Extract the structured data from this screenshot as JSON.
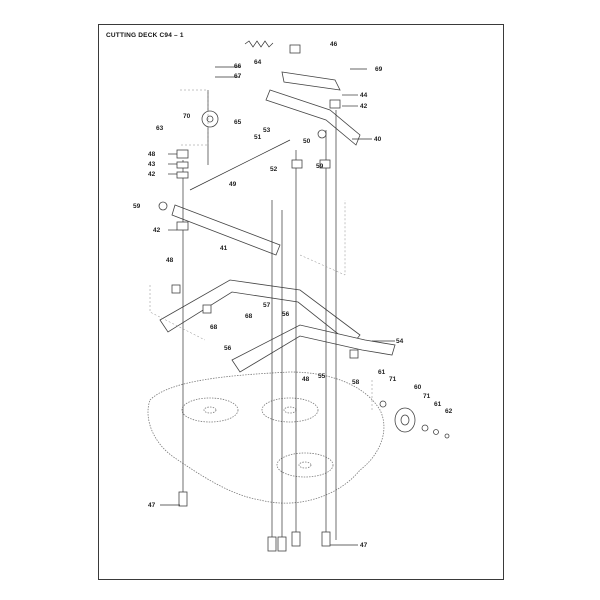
{
  "title": "CUTTING DECK C94 – 1",
  "callouts": [
    {
      "id": "c46a",
      "text": "46"
    },
    {
      "id": "c69",
      "text": "69"
    },
    {
      "id": "c64",
      "text": "64"
    },
    {
      "id": "c66",
      "text": "66"
    },
    {
      "id": "c67",
      "text": "67"
    },
    {
      "id": "c44",
      "text": "44"
    },
    {
      "id": "c42a",
      "text": "42"
    },
    {
      "id": "c70",
      "text": "70"
    },
    {
      "id": "c65",
      "text": "65"
    },
    {
      "id": "c63",
      "text": "63"
    },
    {
      "id": "c53",
      "text": "53"
    },
    {
      "id": "c51",
      "text": "51"
    },
    {
      "id": "c50",
      "text": "50"
    },
    {
      "id": "c40",
      "text": "40"
    },
    {
      "id": "c48a",
      "text": "48"
    },
    {
      "id": "c43",
      "text": "43"
    },
    {
      "id": "c42b",
      "text": "42"
    },
    {
      "id": "c52",
      "text": "52"
    },
    {
      "id": "c59a",
      "text": "59"
    },
    {
      "id": "c49",
      "text": "49"
    },
    {
      "id": "c59b",
      "text": "59"
    },
    {
      "id": "c42c",
      "text": "42"
    },
    {
      "id": "c41",
      "text": "41"
    },
    {
      "id": "c48b",
      "text": "48"
    },
    {
      "id": "c57",
      "text": "57"
    },
    {
      "id": "c68a",
      "text": "68"
    },
    {
      "id": "c68b",
      "text": "68"
    },
    {
      "id": "c56a",
      "text": "56"
    },
    {
      "id": "c54",
      "text": "54"
    },
    {
      "id": "c56b",
      "text": "56"
    },
    {
      "id": "c48c",
      "text": "48"
    },
    {
      "id": "c55",
      "text": "55"
    },
    {
      "id": "c58",
      "text": "58"
    },
    {
      "id": "c61a",
      "text": "61"
    },
    {
      "id": "c71a",
      "text": "71"
    },
    {
      "id": "c60",
      "text": "60"
    },
    {
      "id": "c71b",
      "text": "71"
    },
    {
      "id": "c61b",
      "text": "61"
    },
    {
      "id": "c62",
      "text": "62"
    },
    {
      "id": "c47a",
      "text": "47"
    },
    {
      "id": "c47b",
      "text": "47"
    }
  ],
  "colors": {
    "line": "#333333",
    "deck": "#7a7a7a",
    "text": "#222222"
  }
}
